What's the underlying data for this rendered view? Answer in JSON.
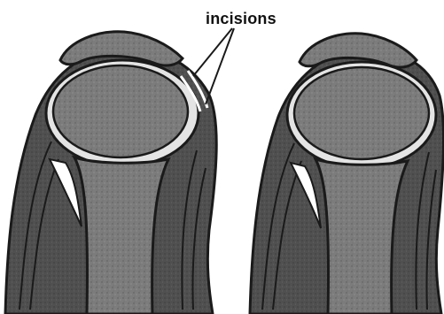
{
  "annotation": {
    "label": "incisions"
  },
  "panels": [
    {
      "name": "left-panel",
      "shows_incisions": true
    },
    {
      "name": "right-panel",
      "shows_incisions": false
    }
  ],
  "colors": {
    "outline": "#1a1a1a",
    "tissue_dark": "#4a4a4a",
    "bone_gray": "#7c7c7c",
    "cartilage": "#e4e4e4",
    "background": "#ffffff"
  }
}
